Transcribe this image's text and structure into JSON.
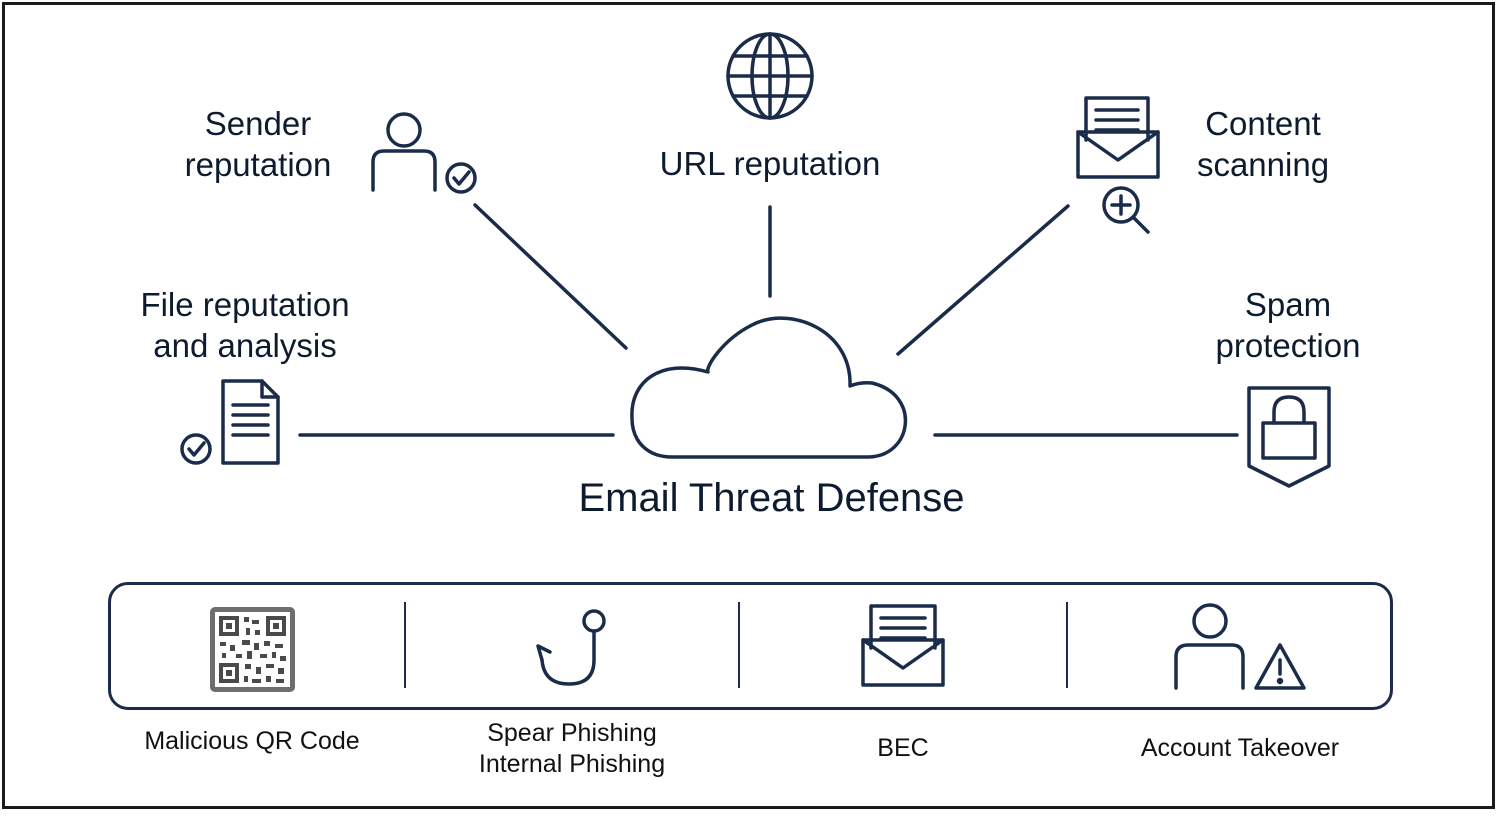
{
  "diagram": {
    "center_label": "Email Threat Defense",
    "features": [
      {
        "name": "sender",
        "lines": [
          "Sender",
          "reputation"
        ],
        "icon": "user-check-icon"
      },
      {
        "name": "url",
        "lines": [
          "URL reputation"
        ],
        "icon": "globe-icon"
      },
      {
        "name": "content",
        "lines": [
          "Content",
          "scanning"
        ],
        "icon": "envelope-search-icon"
      },
      {
        "name": "file",
        "lines": [
          "File reputation",
          "and analysis"
        ],
        "icon": "document-check-icon"
      },
      {
        "name": "spam",
        "lines": [
          "Spam",
          "protection"
        ],
        "icon": "shield-lock-icon"
      }
    ],
    "threats": [
      {
        "name": "qr",
        "lines": [
          "Malicious QR Code"
        ],
        "icon": "qr-code-icon"
      },
      {
        "name": "phishing",
        "lines": [
          "Spear Phishing",
          "Internal Phishing"
        ],
        "icon": "fishing-hook-icon"
      },
      {
        "name": "bec",
        "lines": [
          "BEC"
        ],
        "icon": "envelope-icon"
      },
      {
        "name": "takeover",
        "lines": [
          "Account Takeover"
        ],
        "icon": "user-warning-icon"
      }
    ],
    "colors": {
      "stroke": "#1b2c4a",
      "text": "#0d1b2e",
      "frame": "#1a1a1a"
    }
  }
}
